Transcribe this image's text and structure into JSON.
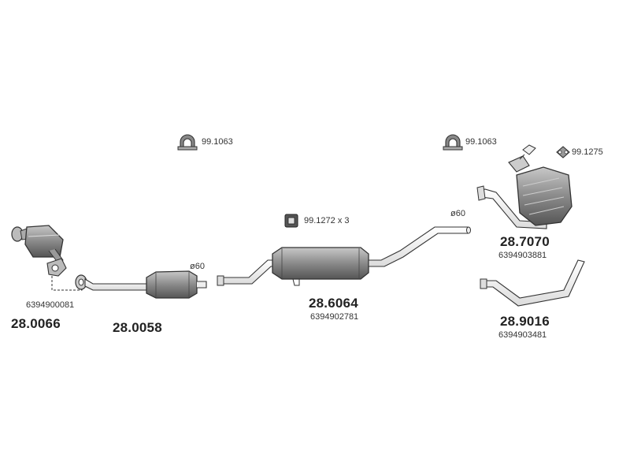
{
  "parts": [
    {
      "part_no": "28.0066",
      "oe_no": "6394900081"
    },
    {
      "part_no": "28.0058"
    },
    {
      "part_no": "28.6064",
      "oe_no": "6394902781"
    },
    {
      "part_no": "28.7070",
      "oe_no": "6394903881"
    },
    {
      "part_no": "28.9016",
      "oe_no": "6394903481"
    }
  ],
  "accessories": [
    {
      "code": "99.1063",
      "icon": "clamp-icon"
    },
    {
      "code": "99.1063",
      "icon": "clamp-icon"
    },
    {
      "code": "99.1275",
      "icon": "gasket-icon"
    },
    {
      "code": "99.1272 x 3",
      "icon": "rubber-mount-icon"
    }
  ],
  "diameters": [
    "ø60",
    "ø60"
  ],
  "colors": {
    "part_fill": "#8f8f8f",
    "part_dark": "#5a5a5a",
    "stroke": "#333333"
  }
}
